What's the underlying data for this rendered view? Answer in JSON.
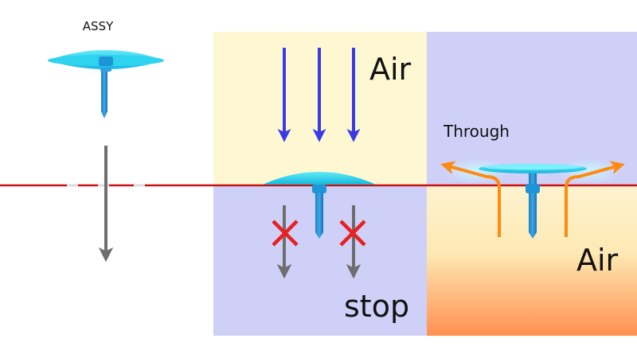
{
  "labels": {
    "assy": "ASSY",
    "air_top": "Air",
    "stop": "stop",
    "through": "Through",
    "air_bottom": "Air"
  },
  "icons": {
    "valve_parts": [
      "umbrella-valve-icon",
      "umbrella-valve-icon",
      "umbrella-valve-icon"
    ],
    "blocked_marks": [
      "cross-icon",
      "cross-icon"
    ]
  },
  "colors": {
    "panel_yellow": "#fdf8d2",
    "panel_lavender": "#cfd0f8",
    "gradient_top": "#fdf3cf",
    "gradient_bottom": "#ff9050",
    "surface_line": "#cc1010",
    "air_arrow": "#3a3ae6",
    "flow_arrow": "#ff8a10",
    "gray_arrow": "#6e6e6e",
    "cross": "#e82020",
    "valve_cyan": "#28d8ee",
    "valve_stem": "#2596d8"
  }
}
